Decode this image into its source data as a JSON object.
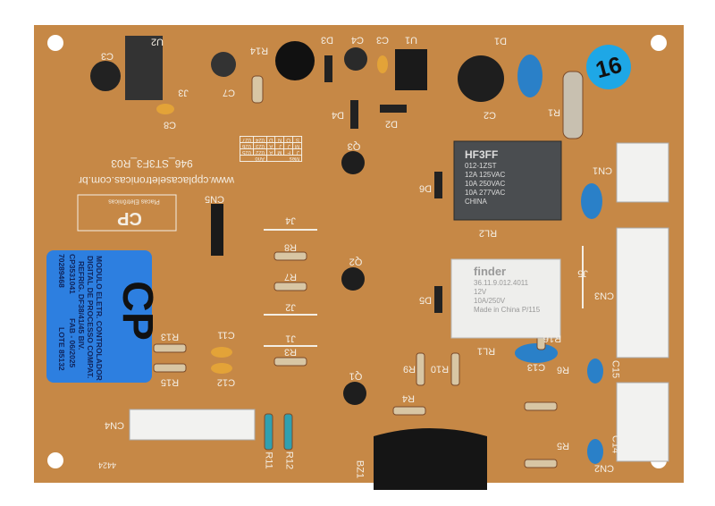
{
  "board": {
    "color": "#c68846",
    "silkscreen": "#f4eee4",
    "website": "www.cpplacaseletronicas.com.br",
    "part_code": "946_ST3F3_R03",
    "logo": "CP",
    "logo_sub": "Placas Eletrônicas",
    "sticker": "16",
    "marks": "4424"
  },
  "date_table": {
    "mes": "Mes",
    "ano": "Ano",
    "rows": [
      [
        "J",
        "F",
        "M",
        "A",
        "022",
        "025"
      ],
      [
        "M",
        "J",
        "J",
        "A",
        "023",
        "026"
      ],
      [
        "S",
        "O",
        "N",
        "D",
        "024",
        "027"
      ]
    ]
  },
  "label": {
    "color": "#2d7fe0",
    "logo": "CP",
    "lines": [
      "MODULO ELETR. CONTROLADOR",
      "DIGITAL DE PROCESSO COMPAT.",
      "REFRIG. DF38/41/45 BIV.",
      "CP3531041",
      "FAB - 06/2025",
      "70289468",
      "LOTE 85132"
    ]
  },
  "relay_hf": {
    "brand": "HF3FF",
    "model": "012-1ZST",
    "ratings": [
      "12A 125VAC",
      "10A 250VAC",
      "10A 277VAC"
    ],
    "origin": "CHINA"
  },
  "relay_finder": {
    "brand": "finder",
    "model": "36.11.9.012.4011",
    "coil": "12V",
    "rating": "10A/250V",
    "origin": "Made in China",
    "code": "P/115"
  },
  "refs": {
    "C3a": "C3",
    "U2": "U2",
    "J3": "J3",
    "C8": "C8",
    "C7": "C7",
    "R14": "R14",
    "D3": "D3",
    "C4": "C4",
    "C3b": "C3",
    "U1": "U1",
    "D1": "D1",
    "C2": "C2",
    "R1": "R1",
    "D4": "D4",
    "D2": "D2",
    "Q3": "Q3",
    "D6": "D6",
    "RL2": "RL2",
    "CN1": "CN1",
    "CN5": "CN5",
    "J4": "J4",
    "R8": "R8",
    "Q2": "Q2",
    "R7": "R7",
    "J2": "J2",
    "J1": "J1",
    "R3": "R3",
    "Q1": "Q1",
    "R4": "R4",
    "C11": "C11",
    "C12": "C12",
    "R13": "R13",
    "R15": "R15",
    "CN4": "CN4",
    "R11": "R11",
    "R12": "R12",
    "BZ1": "BZ1",
    "R6": "R6",
    "R5": "R5",
    "C15": "C15",
    "C14": "C14",
    "CN2": "CN2",
    "CN3": "CN3",
    "J5": "J5",
    "D5": "D5",
    "RL1": "RL1",
    "R16": "R16",
    "C13": "C13",
    "R9": "R9",
    "R10": "R10"
  }
}
